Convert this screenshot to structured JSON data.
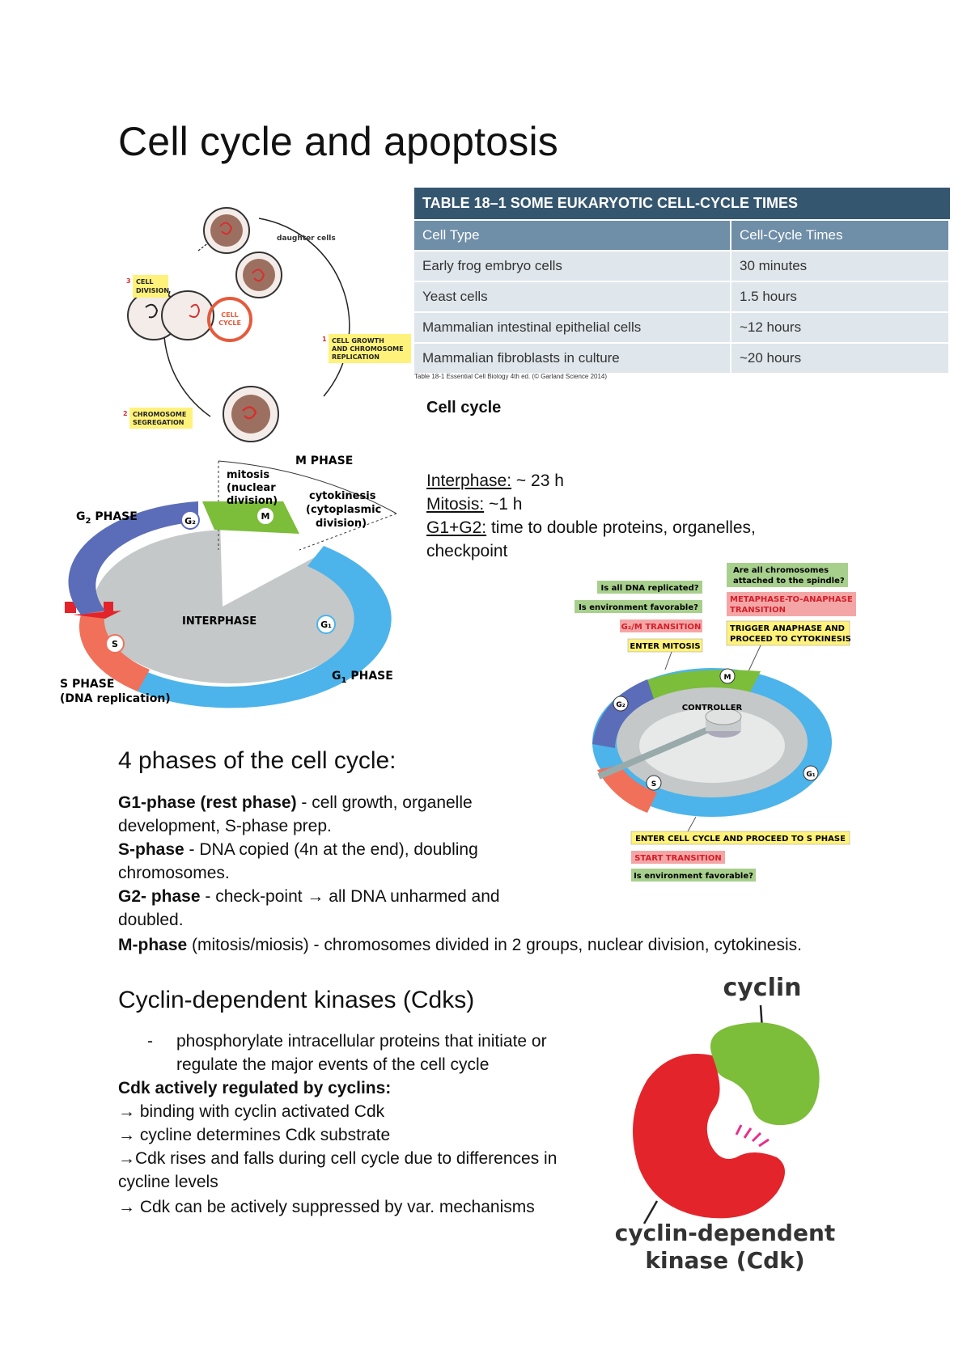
{
  "title": "Cell cycle and apoptosis",
  "table": {
    "caption": "TABLE 18–1 SOME EUKARYOTIC CELL-CYCLE TIMES",
    "headers": [
      "Cell Type",
      "Cell-Cycle Times"
    ],
    "rows": [
      [
        "Early frog embryo cells",
        "30 minutes"
      ],
      [
        "Yeast cells",
        "1.5 hours"
      ],
      [
        "Mammalian intestinal epithelial cells",
        "~12 hours"
      ],
      [
        "Mammalian fibroblasts in culture",
        "~20 hours"
      ]
    ],
    "credit": "Table 18-1 Essential Cell Biology 4th ed. (© Garland Science 2014)"
  },
  "cycle_figure": {
    "daughter": "daughter cells",
    "step1_num": "1",
    "step1": [
      "CELL GROWTH",
      "AND CHROMOSOME",
      "REPLICATION"
    ],
    "step2_num": "2",
    "step2": [
      "CHROMOSOME",
      "SEGREGATION"
    ],
    "step3_num": "3",
    "step3": [
      "CELL",
      "DIVISION"
    ],
    "center": [
      "CELL",
      "CYCLE"
    ]
  },
  "phase_figure": {
    "m_phase": "M PHASE",
    "mitosis": [
      "mitosis",
      "(nuclear",
      "division)"
    ],
    "cytokinesis": [
      "cytokinesis",
      "(cytoplasmic",
      "division)"
    ],
    "g2_phase": "G",
    "g2_sub": "2",
    "g2_suffix": " PHASE",
    "g1_phase": "G",
    "g1_sub": "1",
    "g1_suffix": " PHASE",
    "s_phase": "S PHASE",
    "s_detail": "(DNA replication)",
    "interphase": "INTERPHASE",
    "m": "M",
    "s": "S",
    "g1": "G₁",
    "g2": "G₂"
  },
  "cell_cycle": {
    "heading": "Cell cycle",
    "interphase_label": "Interphase:",
    "interphase_value": " ~ 23 h",
    "mitosis_label": "Mitosis:",
    "mitosis_value": " ~1 h",
    "g1g2_label": "G1+G2:",
    "g1g2_value": " time to double proteins, organelles,",
    "g1g2_value2": "checkpoint"
  },
  "controller_figure": {
    "q_dna": "Is all DNA replicated?",
    "q_env": "Is environment favorable?",
    "g2m": "G₂/M TRANSITION",
    "enter_mitosis": "ENTER MITOSIS",
    "q_spindle": [
      "Are all chromosomes",
      "attached to the spindle?"
    ],
    "meta": [
      "METAPHASE-TO-ANAPHASE",
      "TRANSITION"
    ],
    "trigger": [
      "TRIGGER ANAPHASE AND",
      "PROCEED TO CYTOKINESIS"
    ],
    "controller": "CONTROLLER",
    "m": "M",
    "g2": "G₂",
    "g1": "G₁",
    "s": "S",
    "enter_cycle": "ENTER CELL CYCLE AND PROCEED TO S PHASE",
    "start": "START TRANSITION",
    "q_env2": "Is environment favorable?"
  },
  "phases": {
    "heading": "4 phases of the cell cycle:",
    "g1_label": "G1-phase (rest phase)",
    "g1_text": " - cell growth, organelle",
    "g1_text2": "development, S-phase prep.",
    "s_label": "S-phase",
    "s_text": " - DNA copied (4n at the end), doubling",
    "s_text2": "chromosomes.",
    "g2_label": "G2- phase",
    "g2_text": " - check-point → all DNA unharmed and",
    "g2_text2": "doubled.",
    "m_label": "M-phase",
    "m_text": " (mitosis/miosis) - chromosomes divided in 2 groups, nuclear division, cytokinesis."
  },
  "cdks": {
    "heading": "Cyclin-dependent kinases (Cdks)",
    "dash": "-",
    "bullet1": "phosphorylate intracellular proteins that initiate or",
    "bullet1b": "regulate the major events of the cell cycle",
    "regulated": "Cdk actively regulated by cyclins:",
    "lines": [
      "→ binding with cyclin activated Cdk",
      "→ cycline determines Cdk substrate",
      "→Cdk rises and falls during cell cycle due to differences in",
      "cycline levels",
      "→ Cdk can be actively suppressed by var. mechanisms"
    ]
  },
  "cdk_figure": {
    "cyclin": "cyclin",
    "cdk": [
      "cyclin-dependent",
      "kinase (Cdk)"
    ]
  },
  "colors": {
    "green": "#7cbd3a",
    "blue": "#4cb4ea",
    "darkblue": "#5b6db8",
    "salmon": "#f0705a",
    "red": "#e3242b",
    "yellow": "#fff27a",
    "lightgreen": "#a8d08d"
  }
}
